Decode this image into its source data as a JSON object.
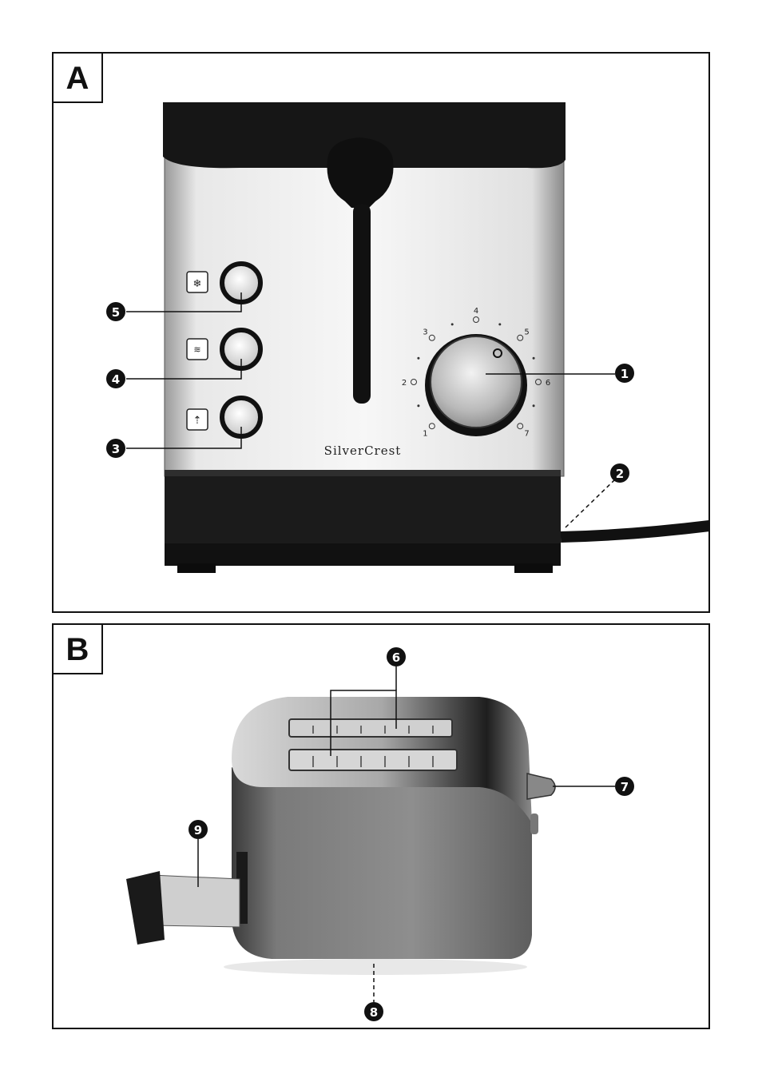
{
  "panels": {
    "a": {
      "letter": "A"
    },
    "b": {
      "letter": "B"
    }
  },
  "brand": {
    "name": "SilverCrest"
  },
  "dial": {
    "scale": [
      "1",
      "2",
      "3",
      "4",
      "5",
      "6",
      "7"
    ]
  },
  "callouts": {
    "c1": "1",
    "c2": "2",
    "c3": "3",
    "c4": "4",
    "c5": "5",
    "c6": "6",
    "c7": "7",
    "c8": "8",
    "c9": "9"
  },
  "icons": {
    "button_top": "defrost-icon",
    "button_middle": "reheat-icon",
    "button_bottom": "cancel-icon"
  },
  "colors": {
    "frame": "#111111",
    "body_dark": "#1a1a1a",
    "steel": "#c8c8c8"
  }
}
